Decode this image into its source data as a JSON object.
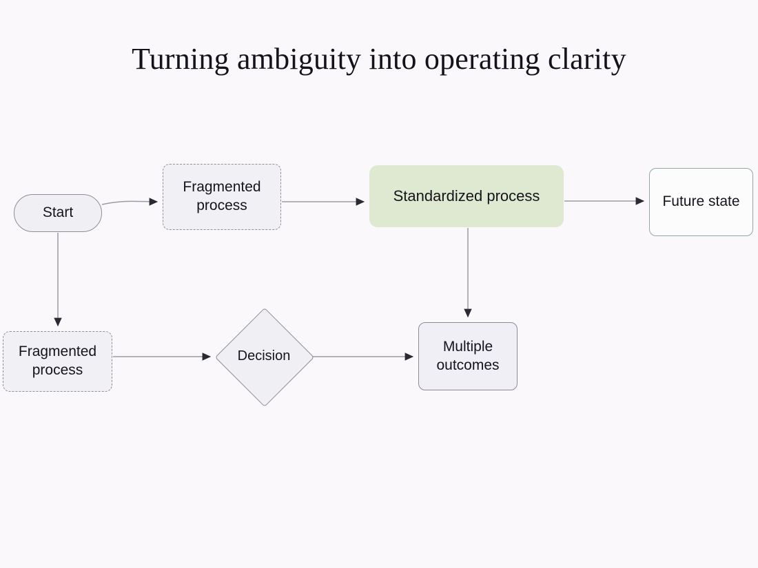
{
  "page": {
    "title": "Turning ambiguity into operating clarity",
    "background_color": "#faf8fb"
  },
  "diagram": {
    "type": "flowchart",
    "nodes": [
      {
        "id": "start",
        "label": "Start",
        "shape": "stadium",
        "fill": "#f0eff4",
        "border": "#8d8d96",
        "border_style": "solid"
      },
      {
        "id": "frag-top",
        "label": "Fragmented process",
        "line1": "Fragmented",
        "line2": "process",
        "shape": "rounded-rect",
        "fill": "#f1f0f5",
        "border": "#8e8e98",
        "border_style": "dashed"
      },
      {
        "id": "standard",
        "label": "Standardized process",
        "shape": "rounded-rect",
        "fill": "#dfe9d2",
        "border": "none",
        "border_style": "none"
      },
      {
        "id": "future",
        "label": "Future state",
        "line1": "Future",
        "line2": "state",
        "shape": "rounded-rect",
        "fill": "#fdfcfd",
        "border": "#8fa9a4",
        "border_style": "solid"
      },
      {
        "id": "frag-bottom",
        "label": "Fragmented process",
        "line1": "Fragmented",
        "line2": "process",
        "shape": "rounded-rect",
        "fill": "#f1f0f5",
        "border": "#8e8e98",
        "border_style": "dashed"
      },
      {
        "id": "decision",
        "label": "Decision",
        "shape": "diamond",
        "fill": "#f0eff4",
        "border": "#8c8c96",
        "border_style": "solid"
      },
      {
        "id": "outcomes",
        "label": "Multiple outcomes",
        "line1": "Multiple",
        "line2": "outcomes",
        "shape": "rounded-rect",
        "fill": "#f0eff5",
        "border": "#8b8b95",
        "border_style": "solid"
      }
    ],
    "edges": [
      {
        "id": "e1",
        "from": "start",
        "to": "frag-top",
        "label": ""
      },
      {
        "id": "e2",
        "from": "frag-top",
        "to": "standard",
        "label": ""
      },
      {
        "id": "e3",
        "from": "standard",
        "to": "future",
        "label": ""
      },
      {
        "id": "e4",
        "from": "start",
        "to": "frag-bottom",
        "label": ""
      },
      {
        "id": "e5",
        "from": "frag-bottom",
        "to": "decision",
        "label": ""
      },
      {
        "id": "e6",
        "from": "decision",
        "to": "outcomes",
        "label": ""
      },
      {
        "id": "e7",
        "from": "standard",
        "to": "outcomes",
        "label": ""
      }
    ],
    "edge_color": "#9a9aa2",
    "arrowhead_color": "#2a2a33"
  }
}
